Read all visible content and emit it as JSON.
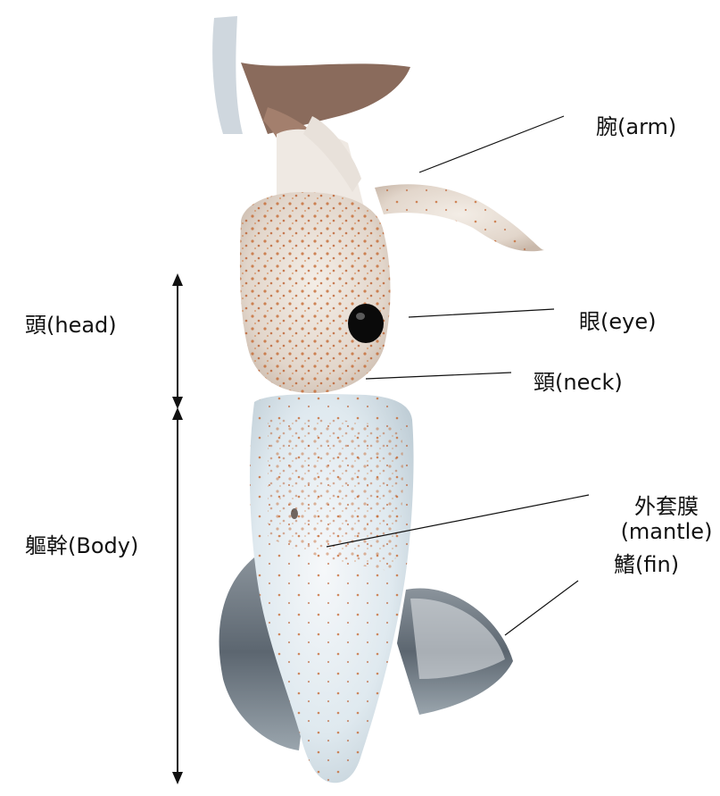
{
  "labels": {
    "arm": "腕(arm)",
    "eye": "眼(eye)",
    "neck": "頸(neck)",
    "mantle_line1": "外套膜",
    "mantle_line2": "(mantle)",
    "fin": "鰭(fin)",
    "head": "頭(head)",
    "body": "軀幹(Body)"
  },
  "colors": {
    "background": "#ffffff",
    "squid_skin": "#e6eef3",
    "spots": "#c5652c",
    "fin_shadow": "#5c6670",
    "lines": "#111111"
  }
}
